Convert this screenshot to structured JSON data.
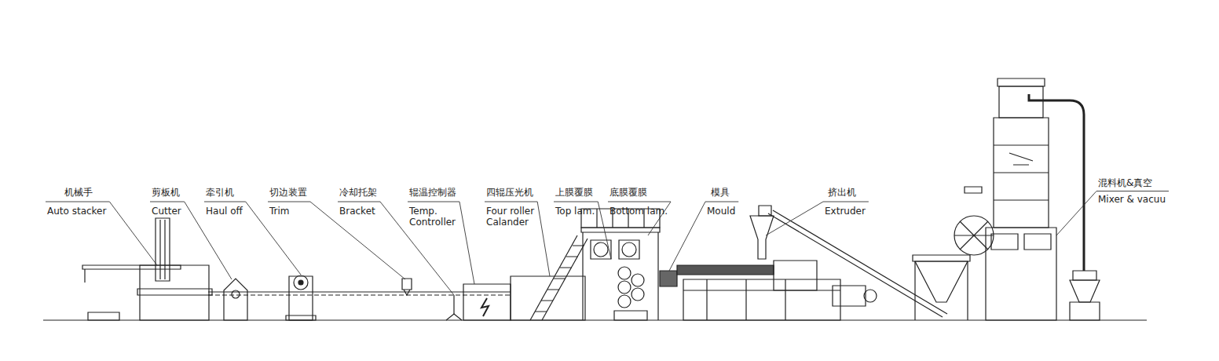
{
  "diagram": {
    "labels": [
      "机械手",
      "Auto stacker",
      "剪板机",
      "Cutter",
      "牵引机",
      "Haul off",
      "切边装置",
      "Trim",
      "冷却托架",
      "Bracket",
      "辊温控制器",
      "Temp. Controller",
      "四辊压光机",
      "Four roller Calander",
      "上膜覆膜",
      "Top lam.",
      "底膜覆膜",
      "Bottom lam.",
      "模具",
      "Mould",
      "挤出机",
      "Extruder",
      "混料机&真空",
      "Mixer & vacuu"
    ]
  }
}
